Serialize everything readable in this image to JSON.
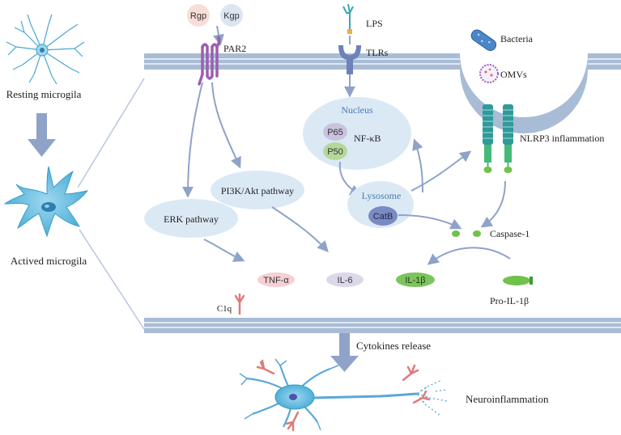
{
  "labels": {
    "resting": "Resting microgila",
    "actived": "Actived microgila",
    "rgp": "Rgp",
    "kgp": "Kgp",
    "par2": "PAR2",
    "lps": "LPS",
    "tlrs": "TLRs",
    "bacteria": "Bacteria",
    "omvs": "OMVs",
    "nucleus": "Nucleus",
    "p65": "P65",
    "p50": "P50",
    "nfkb": "NF-κB",
    "nlrp3": "NLRP3 inflammation",
    "pi3k": "PI3K/Akt pathway",
    "erk": "ERK pathway",
    "lysosome": "Lysosome",
    "catb": "CatB",
    "caspase": "Caspase-1",
    "tnf": "TNF-α",
    "il6": "IL-6",
    "il1b": "IL-1β",
    "proil1b": "Pro-IL-1β",
    "c1q": "C1q",
    "cytokines": "Cytokines release",
    "neuroinflammation": "Neuroinflammation"
  },
  "colors": {
    "membrane": "#a8bcd6",
    "membrane_stripe": "#dfe8f3",
    "arrow": "#8fa3c8",
    "bubble": "#dbe9f5",
    "par2": "#9b5fb0",
    "tlr": "#6d82b8",
    "nlrp3_chain": "#2e9a9a",
    "nlrp3_body": "#45b97a",
    "microglia": "#5ab8dd",
    "tnf": "#f6d0d3",
    "il6": "#ddd7ea",
    "il1b": "#7dc35e",
    "catb": "#7a8ac2",
    "p65": "#c9c3dd",
    "p50": "#b5d89a"
  }
}
